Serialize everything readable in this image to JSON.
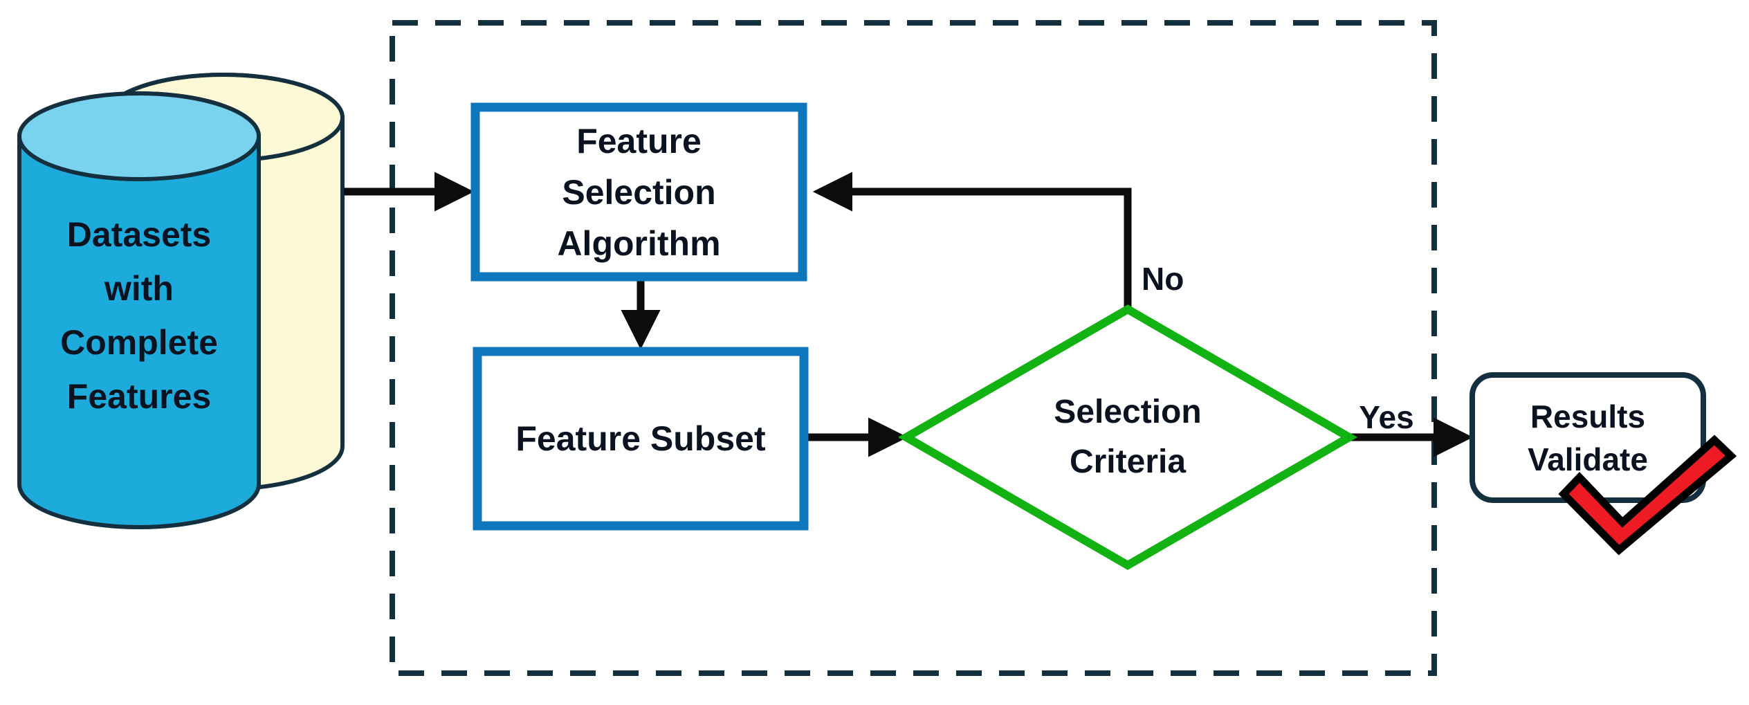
{
  "diagram": {
    "nodes": {
      "datasets": {
        "shape": "cylinder-stack",
        "lines": [
          "Datasets",
          "with",
          "Complete",
          "Features"
        ]
      },
      "feature_selection": {
        "shape": "process-box",
        "lines": [
          "Feature",
          "Selection",
          "Algorithm"
        ]
      },
      "feature_subset": {
        "shape": "process-box",
        "lines": [
          "Feature Subset"
        ]
      },
      "selection_criteria": {
        "shape": "decision-diamond",
        "lines": [
          "Selection",
          "Criteria"
        ]
      },
      "results_validate": {
        "shape": "rounded-box",
        "lines": [
          "Results",
          "Validate"
        ]
      }
    },
    "edges": {
      "no": "No",
      "yes": "Yes"
    }
  },
  "colors": {
    "cylinder_front": "#1cabdb",
    "cylinder_front_top": "#79d2ee",
    "cylinder_back": "#fbf9d6",
    "outline_dark": "#14303e",
    "process_border": "#0e76bc",
    "decision_border": "#12b212",
    "node_fill": "#ffffff",
    "arrow": "#0c0c0c",
    "check_fill": "#ee1b24",
    "check_outline": "#000000"
  }
}
